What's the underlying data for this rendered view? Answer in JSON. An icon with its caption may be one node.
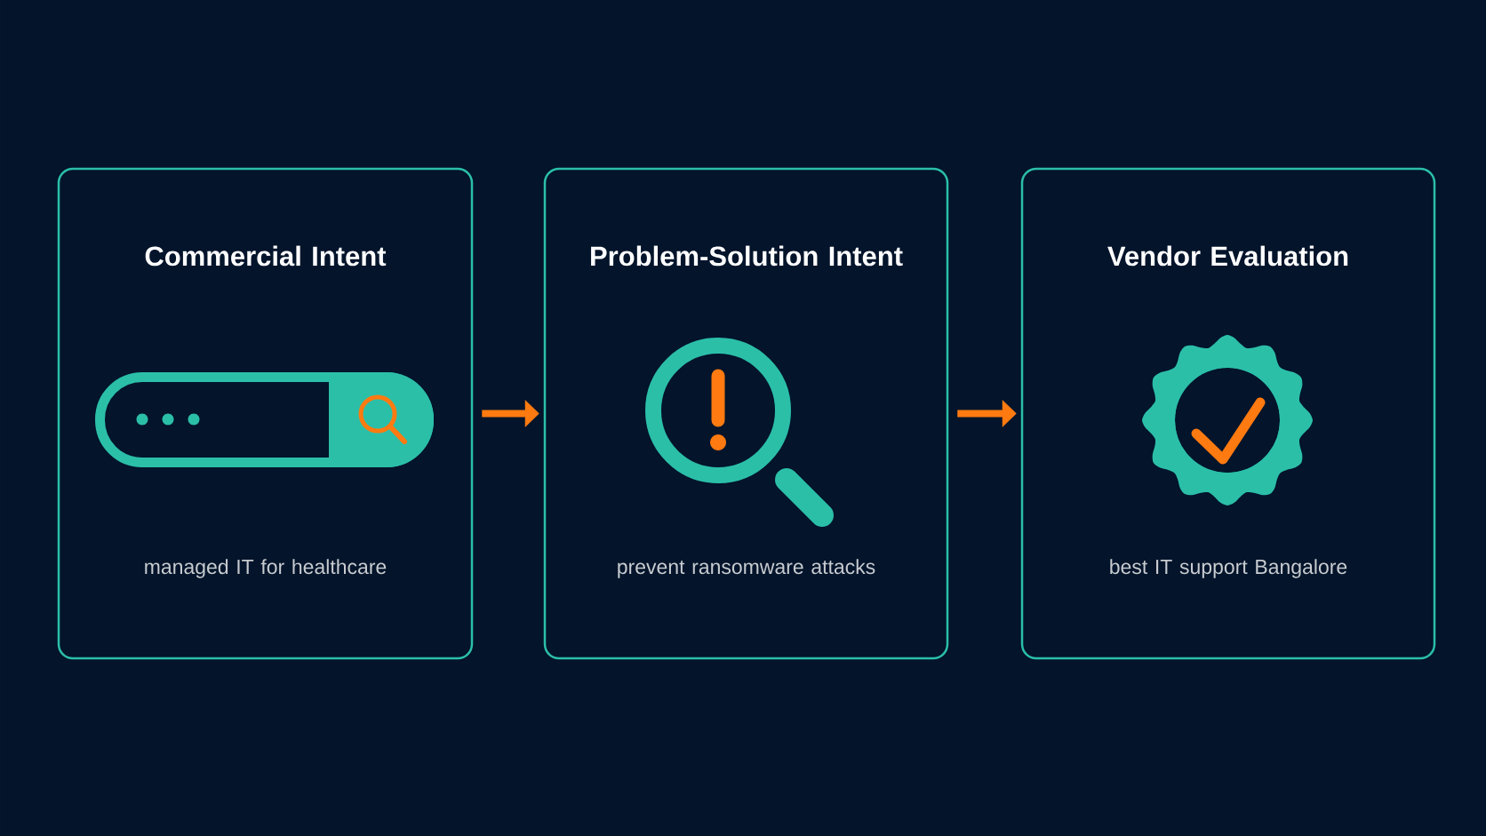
{
  "diagram": {
    "nodes": [
      {
        "text": [
          "Commercial Intent",
          "managed IT for healthcare"
        ]
      },
      {
        "text": [
          "Problem-Solution Intent",
          "prevent ransomware attacks"
        ]
      },
      {
        "text": [
          "Vendor Evaluation",
          "best IT support Bangalore"
        ]
      }
    ],
    "edges": [
      {
        "from": 0,
        "to": 1,
        "arrow": "to"
      },
      {
        "from": 1,
        "to": 2,
        "arrow": "to"
      }
    ]
  }
}
